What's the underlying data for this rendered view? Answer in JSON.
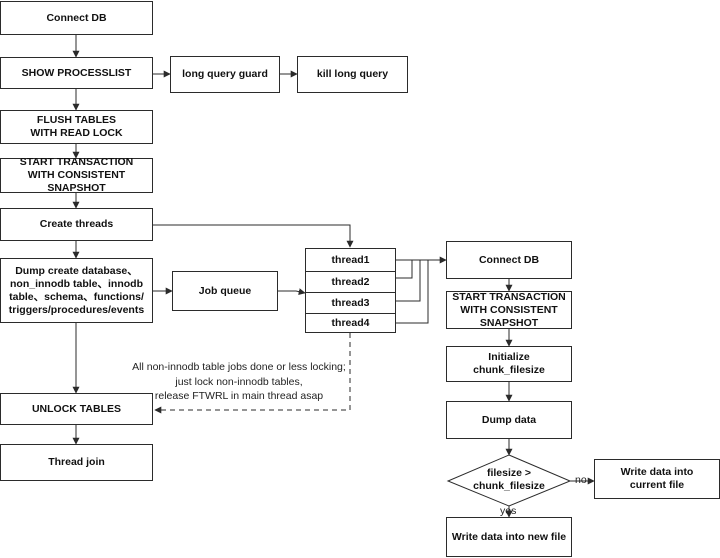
{
  "nodes": {
    "connect_db_main": "Connect DB",
    "show_processlist": "SHOW PROCESSLIST",
    "long_query_guard": "long query guard",
    "kill_long_query": "kill long query",
    "flush_tables": "FLUSH TABLES WITH READ LOCK",
    "start_transaction_main": "START TRANSACTION WITH CONSISTENT SNAPSHOT",
    "create_threads": "Create threads",
    "dump_create": "Dump create database、non_innodb table、innodb table、schema、functions/ triggers/procedures/events",
    "job_queue": "Job queue",
    "unlock_tables": "UNLOCK TABLES",
    "thread_join": "Thread join",
    "thread1": "thread1",
    "thread2": "thread2",
    "thread3": "thread3",
    "thread4": "thread4",
    "connect_db_worker": "Connect DB",
    "start_transaction_worker": "START TRANSACTION WITH CONSISTENT SNAPSHOT",
    "initialize_chunk": "Initialize chunk_filesize",
    "dump_data": "Dump data",
    "decision": "filesize > chunk_filesize",
    "write_current": "Write data into current file",
    "write_new": "Write data into new file"
  },
  "note": {
    "line1": "All non-innodb table jobs done or less locking;",
    "line2": "just lock non-innodb tables,",
    "line3": "release FTWRL in main thread asap"
  },
  "labels": {
    "no": "no",
    "yes": "yes"
  }
}
